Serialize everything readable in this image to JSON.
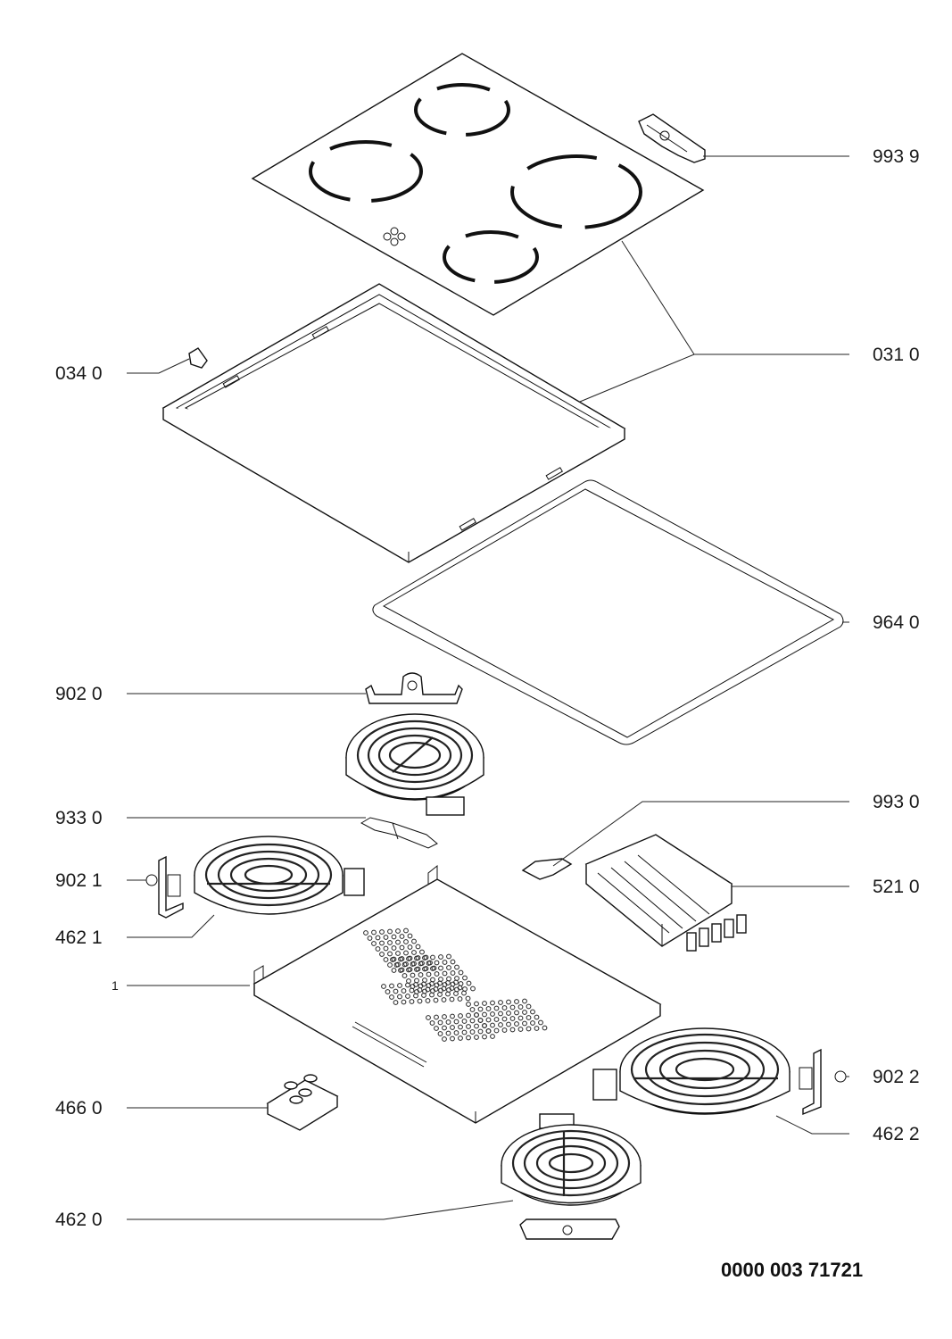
{
  "document_id": "0000 003 71721",
  "labels": {
    "l_9939": "993 9",
    "l_0310": "031 0",
    "l_0340": "034 0",
    "l_9640": "964 0",
    "l_9020": "902 0",
    "l_9330": "933 0",
    "l_9930": "993 0",
    "l_9021": "902 1",
    "l_5210": "521 0",
    "l_4621": "462 1",
    "l_1": "1",
    "l_9022": "902 2",
    "l_4660": "466 0",
    "l_4622": "462 2",
    "l_4620": "462 0"
  },
  "colors": {
    "line": "#111111",
    "background": "#ffffff"
  }
}
